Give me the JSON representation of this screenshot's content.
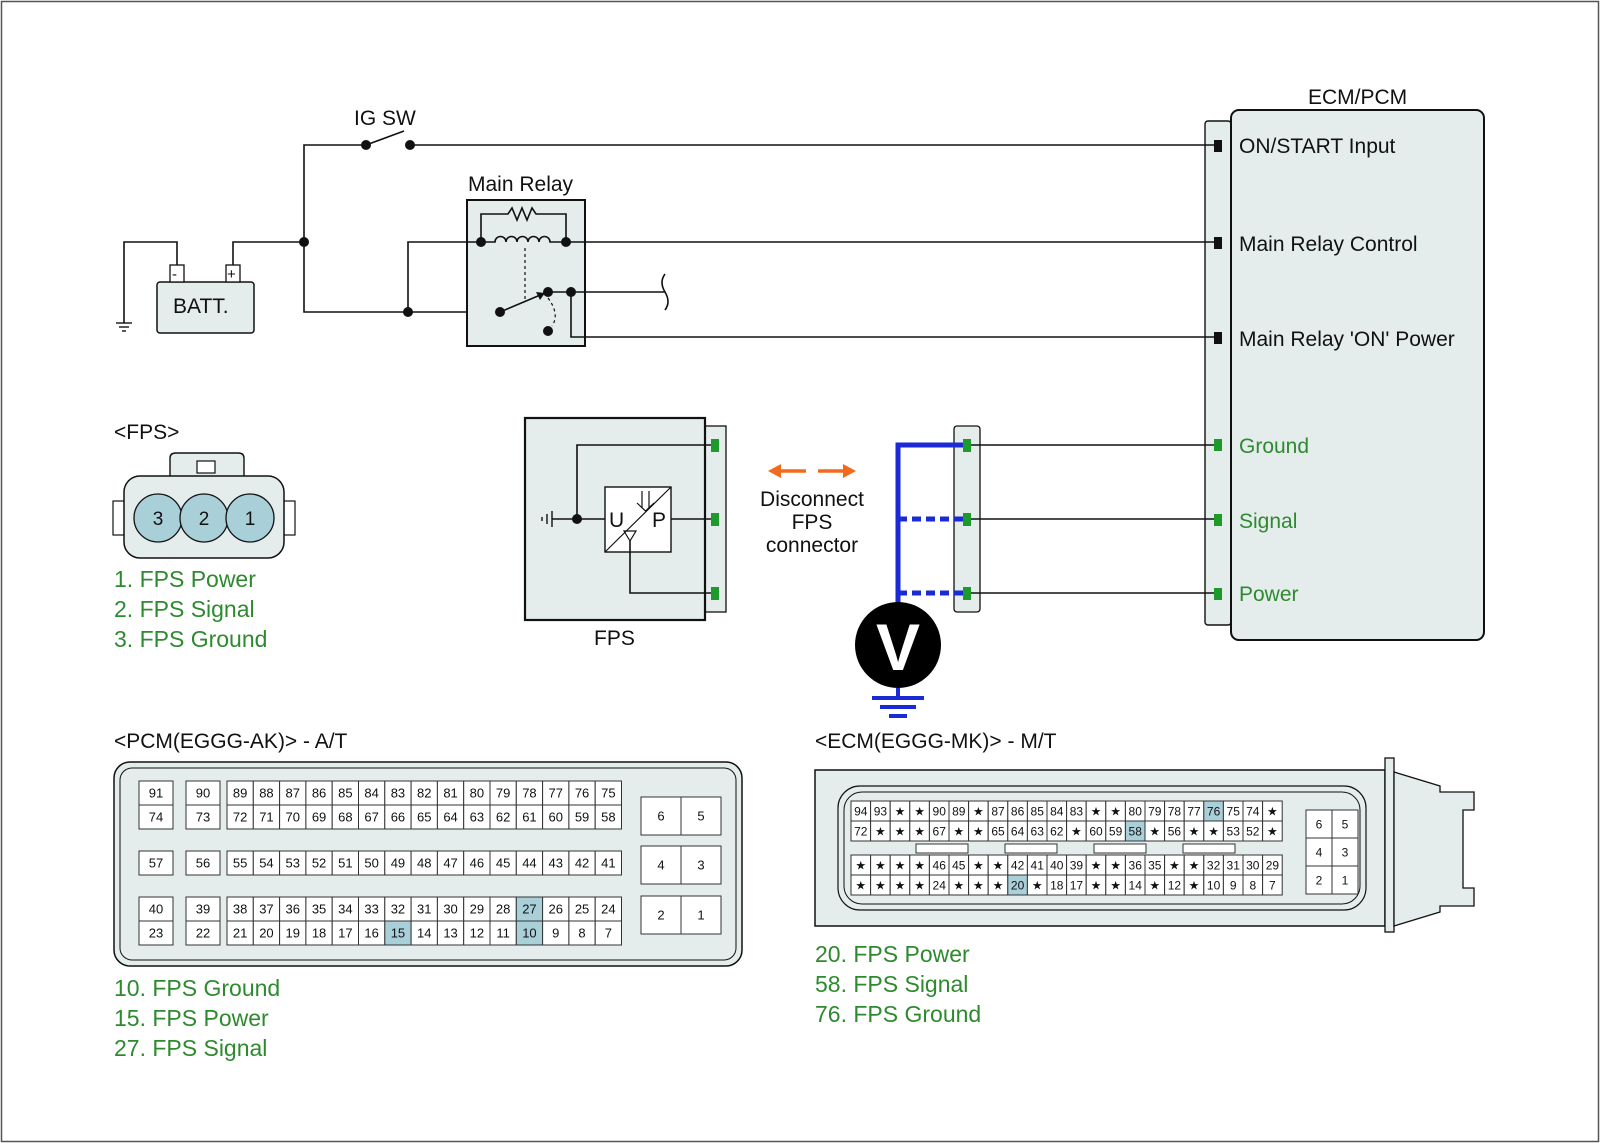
{
  "colors": {
    "wire": "#111111",
    "legend_green": "#2e8a2e",
    "probe_blue": "#1a2ad6",
    "arrow_orange": "#f26a1b",
    "pin_highlight": "#a9cfd9",
    "housing_fill": "#e4ecec"
  },
  "ecm_pcm": {
    "title": "ECM/PCM",
    "inputs": [
      {
        "label": "ON/START Input",
        "color": "black"
      },
      {
        "label": "Main Relay Control",
        "color": "black"
      },
      {
        "label": "Main Relay 'ON' Power",
        "color": "black"
      },
      {
        "label": "Ground",
        "color": "green"
      },
      {
        "label": "Signal",
        "color": "green"
      },
      {
        "label": "Power",
        "color": "green"
      }
    ]
  },
  "ig_sw_label": "IG SW",
  "main_relay_label": "Main Relay",
  "battery": {
    "label": "BATT.",
    "minus": "-",
    "plus": "+"
  },
  "fps_sensor": {
    "label": "FPS",
    "u": "U",
    "p": "P"
  },
  "disconnect_note": [
    "Disconnect",
    "FPS",
    "connector"
  ],
  "voltmeter_label": "V",
  "fps_connector": {
    "title": "<FPS>",
    "pins": [
      "3",
      "2",
      "1"
    ],
    "legend": [
      "1. FPS Power",
      "2. FPS Signal",
      "3. FPS Ground"
    ]
  },
  "pcm": {
    "title": "<PCM(EGGG-AK)> - A/T",
    "highlight": [
      "15",
      "27",
      "10"
    ],
    "rows": [
      [
        "91",
        "90",
        "89",
        "88",
        "87",
        "86",
        "85",
        "84",
        "83",
        "82",
        "81",
        "80",
        "79",
        "78",
        "77",
        "76",
        "75"
      ],
      [
        "74",
        "73",
        "72",
        "71",
        "70",
        "69",
        "68",
        "67",
        "66",
        "65",
        "64",
        "63",
        "62",
        "61",
        "60",
        "59",
        "58"
      ],
      [
        "57",
        "56",
        "55",
        "54",
        "53",
        "52",
        "51",
        "50",
        "49",
        "48",
        "47",
        "46",
        "45",
        "44",
        "43",
        "42",
        "41"
      ],
      [
        "40",
        "39",
        "38",
        "37",
        "36",
        "35",
        "34",
        "33",
        "32",
        "31",
        "30",
        "29",
        "28",
        "27",
        "26",
        "25",
        "24"
      ],
      [
        "23",
        "22",
        "21",
        "20",
        "19",
        "18",
        "17",
        "16",
        "15",
        "14",
        "13",
        "12",
        "11",
        "10",
        "9",
        "8",
        "7"
      ]
    ],
    "side": [
      [
        "6",
        "5"
      ],
      [
        "4",
        "3"
      ],
      [
        "2",
        "1"
      ]
    ],
    "legend": [
      "10. FPS Ground",
      "15. FPS Power",
      "27. FPS Signal"
    ]
  },
  "ecm": {
    "title": "<ECM(EGGG-MK)> - M/T",
    "highlight": [
      "76",
      "58",
      "20"
    ],
    "rows": [
      [
        "94",
        "93",
        "★",
        "★",
        "90",
        "89",
        "★",
        "87",
        "86",
        "85",
        "84",
        "83",
        "★",
        "★",
        "80",
        "79",
        "78",
        "77",
        "76",
        "75",
        "74",
        "★"
      ],
      [
        "72",
        "★",
        "★",
        "★",
        "67",
        "★",
        "★",
        "65",
        "64",
        "63",
        "62",
        "★",
        "60",
        "59",
        "58",
        "★",
        "56",
        "★",
        "★",
        "53",
        "52",
        "★"
      ],
      [
        "★",
        "★",
        "★",
        "★",
        "46",
        "45",
        "★",
        "★",
        "42",
        "41",
        "40",
        "39",
        "★",
        "★",
        "36",
        "35",
        "★",
        "★",
        "32",
        "31",
        "30",
        "29"
      ],
      [
        "★",
        "★",
        "★",
        "★",
        "24",
        "★",
        "★",
        "★",
        "20",
        "★",
        "18",
        "17",
        "★",
        "★",
        "14",
        "★",
        "12",
        "★",
        "10",
        "9",
        "8",
        "7"
      ]
    ],
    "side": [
      [
        "6",
        "5"
      ],
      [
        "4",
        "3"
      ],
      [
        "2",
        "1"
      ]
    ],
    "legend": [
      "20. FPS Power",
      "58. FPS Signal",
      "76. FPS Ground"
    ]
  }
}
